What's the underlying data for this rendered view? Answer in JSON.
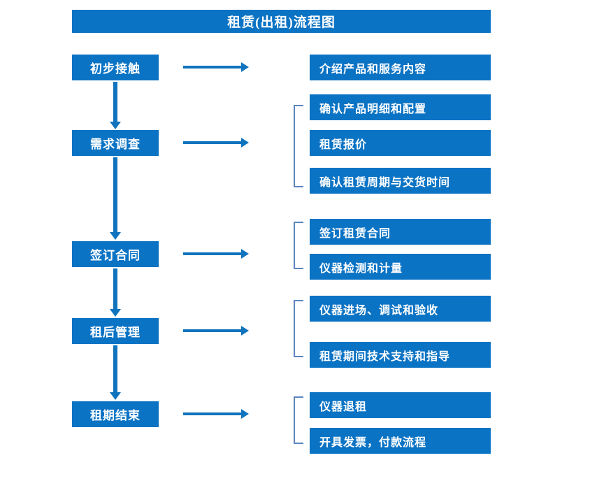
{
  "diagram": {
    "title": "租赁(出租)流程图",
    "accent_color": "#0b73c4",
    "arrow_color": "#1073bd",
    "bracket_color": "#5a86c0",
    "text_color": "#ffffff",
    "background_color": "#ffffff"
  },
  "stages": [
    {
      "label": "初步接触"
    },
    {
      "label": "需求调查"
    },
    {
      "label": "签订合同"
    },
    {
      "label": "租后管理"
    },
    {
      "label": "租期结束"
    }
  ],
  "details": [
    {
      "label": "介绍产品和服务内容"
    },
    {
      "label": "确认产品明细和配置"
    },
    {
      "label": "租赁报价"
    },
    {
      "label": "确认租赁周期与交货时间"
    },
    {
      "label": "签订租赁合同"
    },
    {
      "label": "仪器检测和计量"
    },
    {
      "label": "仪器进场、调试和验收"
    },
    {
      "label": "租赁期间技术支持和指导"
    },
    {
      "label": "仪器退租"
    },
    {
      "label": "开具发票，付款流程"
    }
  ]
}
